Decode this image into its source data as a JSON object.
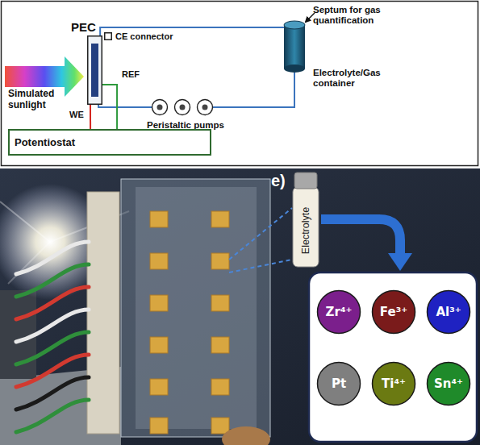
{
  "diagram": {
    "nodes": [
      {
        "text": [
          "PEC"
        ]
      },
      {
        "text": [
          "CE connector"
        ]
      },
      {
        "text": [
          "Electrolyte/Gas container"
        ]
      },
      {
        "text": [
          "Peristaltic pumps"
        ]
      },
      {
        "text": [
          "Potentiostat"
        ]
      },
      {
        "text": [
          "Electrolyte"
        ]
      },
      {
        "text": [
          "Zr⁴⁺"
        ]
      },
      {
        "text": [
          "Fe³⁺"
        ]
      },
      {
        "text": [
          "Al³⁺"
        ]
      },
      {
        "text": [
          "Pt"
        ]
      },
      {
        "text": [
          "Ti⁴⁺"
        ]
      },
      {
        "text": [
          "Sn⁴⁺"
        ]
      }
    ],
    "edges": [
      {
        "from": 0,
        "to": 2,
        "arrow": "none"
      },
      {
        "from": 2,
        "to": 3,
        "arrow": "none"
      },
      {
        "from": 3,
        "to": 0,
        "arrow": "none"
      },
      {
        "from": 4,
        "to": 0,
        "arrow": "none"
      },
      {
        "from": 4,
        "to": 0,
        "arrow": "none"
      }
    ],
    "labels": [
      "Simulated sunlight",
      "Septum for gas quantification",
      "REF",
      "WE",
      "e)"
    ]
  }
}
